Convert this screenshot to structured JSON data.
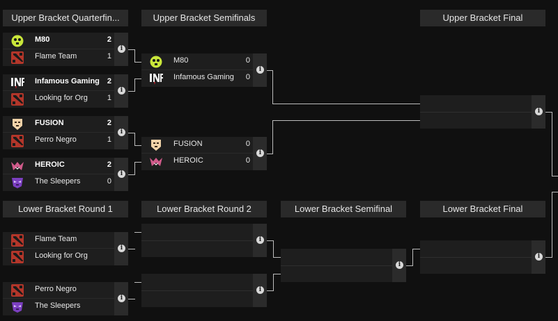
{
  "headers": {
    "ub_qf": "Upper Bracket Quarterfin...",
    "ub_sf": "Upper Bracket Semifinals",
    "ub_f": "Upper Bracket Final",
    "lb_r1": "Lower Bracket Round 1",
    "lb_r2": "Lower Bracket Round 2",
    "lb_sf": "Lower Bracket Semifinal",
    "lb_f": "Lower Bracket Final"
  },
  "info_glyph": "i",
  "matches": {
    "ubqf1": {
      "t1": "M80",
      "t1_logo": "m80-logo-icon",
      "s1": "2",
      "t2": "Flame Team",
      "t2_logo": "dota-logo-icon",
      "s2": "1"
    },
    "ubqf2": {
      "t1": "Infamous Gaming",
      "t1_logo": "infamous-logo-icon",
      "s1": "2",
      "t2": "Looking for Org",
      "t2_logo": "dota-logo-icon",
      "s2": "1"
    },
    "ubqf3": {
      "t1": "FUSION",
      "t1_logo": "fusion-logo-icon",
      "s1": "2",
      "t2": "Perro Negro",
      "t2_logo": "dota-logo-icon",
      "s2": "1"
    },
    "ubqf4": {
      "t1": "HEROIC",
      "t1_logo": "heroic-logo-icon",
      "s1": "2",
      "t2": "The Sleepers",
      "t2_logo": "sleepers-logo-icon",
      "s2": "0"
    },
    "ubsf1": {
      "t1": "M80",
      "t1_logo": "m80-logo-icon",
      "s1": "0",
      "t2": "Infamous Gaming",
      "t2_logo": "infamous-logo-icon",
      "s2": "0"
    },
    "ubsf2": {
      "t1": "FUSION",
      "t1_logo": "fusion-logo-icon",
      "s1": "0",
      "t2": "HEROIC",
      "t2_logo": "heroic-logo-icon",
      "s2": "0"
    },
    "lbr1a": {
      "t1": "Flame Team",
      "t1_logo": "dota-logo-icon",
      "t2": "Looking for Org",
      "t2_logo": "dota-logo-icon"
    },
    "lbr1b": {
      "t1": "Perro Negro",
      "t1_logo": "dota-logo-icon",
      "t2": "The Sleepers",
      "t2_logo": "sleepers-logo-icon"
    }
  },
  "colors": {
    "background": "#101010",
    "header_bg": "#2a2a2a",
    "match_bg": "#1e1e1e",
    "connector": "#bdbdbd",
    "m80_yellow": "#c9e63a",
    "dota_red": "#b3362a",
    "fusion_cream": "#f0d2a8",
    "heroic_purple": "#d05a8a",
    "sleepers_purple": "#7b3fc0"
  }
}
